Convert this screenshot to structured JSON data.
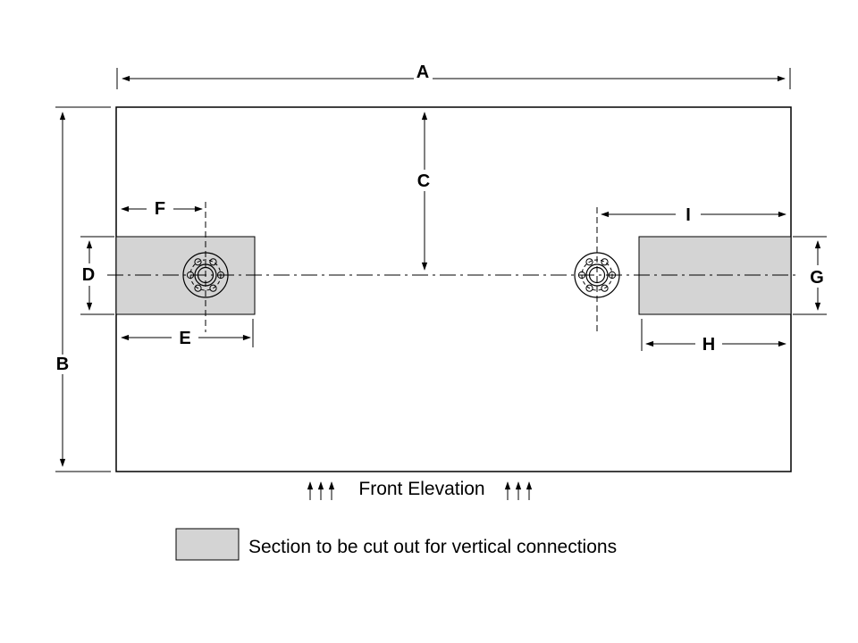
{
  "diagram": {
    "caption": "Front Elevation",
    "legend": {
      "text": "Section  to be cut out for vertical connections"
    },
    "labels": {
      "a": "A",
      "b": "B",
      "c": "C",
      "d": "D",
      "e": "E",
      "f": "F",
      "g": "G",
      "h": "H",
      "i": "I"
    },
    "colors": {
      "cutout_fill": "#d4d4d4",
      "line": "#000000",
      "background": "#ffffff"
    }
  }
}
